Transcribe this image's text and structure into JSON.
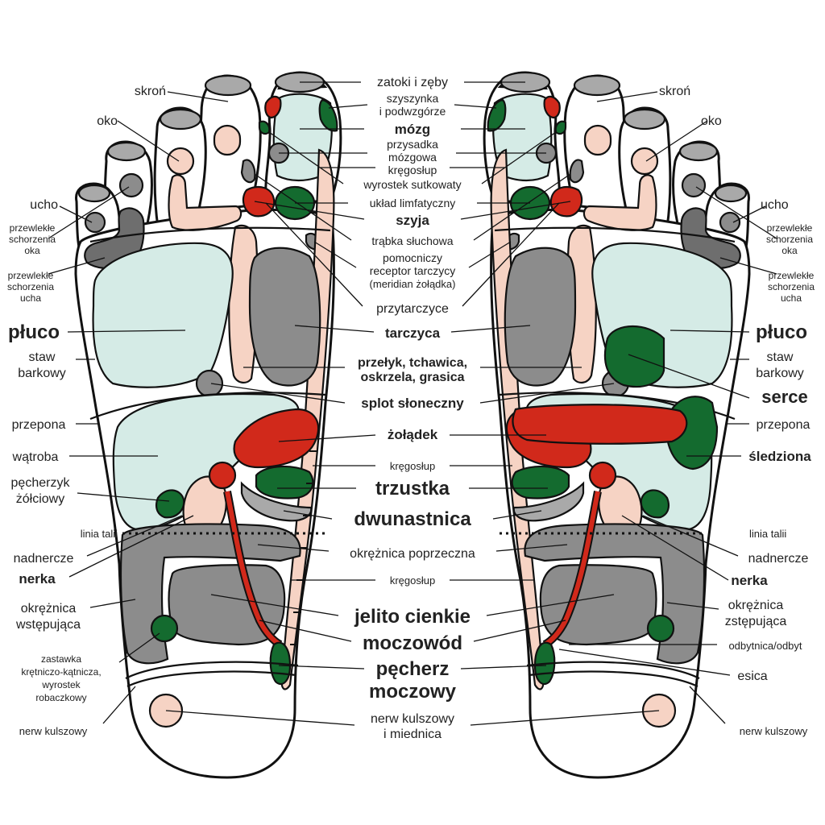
{
  "colors": {
    "outline": "#111111",
    "light_blue": "#d5ebe6",
    "pink": "#f6d3c4",
    "gray": "#8c8c8c",
    "dark_gray": "#6e6e6e",
    "green": "#146b2f",
    "red": "#d1291b"
  },
  "center_labels": {
    "zatoki": "zatoki i zęby",
    "szyszynka_1": "szyszynka",
    "szyszynka_2": "i podwzgórze",
    "mozg": "mózg",
    "przysadka_1": "przysadka",
    "przysadka_2": "mózgowa",
    "kregoslup_top": "kręgosłup",
    "wyrostek": "wyrostek sutkowaty",
    "limfatyczny": "układ limfatyczny",
    "szyja": "szyja",
    "trabka": "trąbka słuchowa",
    "pomocniczy_1": "pomocniczy",
    "pomocniczy_2": "receptor tarczycy",
    "pomocniczy_3": "(meridian żołądka)",
    "przytarczyce": "przytarczyce",
    "tarczyca": "tarczyca",
    "przelyk_1": "przełyk, tchawica,",
    "przelyk_2": "oskrzela, grasica",
    "splot": "splot słoneczny",
    "zoladek": "żołądek",
    "kregoslup_mid": "kręgosłup",
    "trzustka": "trzustka",
    "dwunastnica": "dwunastnica",
    "okreznica_poprz": "okrężnica poprzeczna",
    "kregoslup_low": "kręgosłup",
    "jelito": "jelito cienkie",
    "moczowod": "moczowód",
    "pecherz_1": "pęcherz",
    "pecherz_2": "moczowy",
    "nerw_1": "nerw kulszowy",
    "nerw_2": "i miednica"
  },
  "left_labels": {
    "skron": "skroń",
    "oko": "oko",
    "ucho": "ucho",
    "chor_oka_1": "przewlekłe",
    "chor_oka_2": "schorzenia",
    "chor_oka_3": "oka",
    "chor_ucha_1": "przewlekłe",
    "chor_ucha_2": "schorzenia",
    "chor_ucha_3": "ucha",
    "pluco": "płuco",
    "staw_1": "staw",
    "staw_2": "barkowy",
    "przepona": "przepona",
    "watroba": "wątroba",
    "pecherzyk_1": "pęcherzyk",
    "pecherzyk_2": "żółciowy",
    "linia": "linia talii",
    "nadnercze": "nadnercze",
    "nerka": "nerka",
    "okreznica_1": "okrężnica",
    "okreznica_2": "wstępująca",
    "zastawka_1": "zastawka",
    "zastawka_2": "krętniczo-kątnicza,",
    "zastawka_3": "wyrostek",
    "zastawka_4": "robaczkowy",
    "nerw": "nerw kulszowy"
  },
  "right_labels": {
    "skron": "skroń",
    "oko": "oko",
    "ucho": "ucho",
    "chor_oka_1": "przewlekłe",
    "chor_oka_2": "schorzenia",
    "chor_oka_3": "oka",
    "chor_ucha_1": "przewlekłe",
    "chor_ucha_2": "schorzenia",
    "chor_ucha_3": "ucha",
    "pluco": "płuco",
    "staw_1": "staw",
    "staw_2": "barkowy",
    "serce": "serce",
    "przepona": "przepona",
    "sledziona": "śledziona",
    "linia": "linia talii",
    "nadnercze": "nadnercze",
    "nerka": "nerka",
    "okreznica_1": "okrężnica",
    "okreznica_2": "zstępująca",
    "odbytnica": "odbytnica/odbyt",
    "esica": "esica",
    "nerw": "nerw kulszowy"
  }
}
